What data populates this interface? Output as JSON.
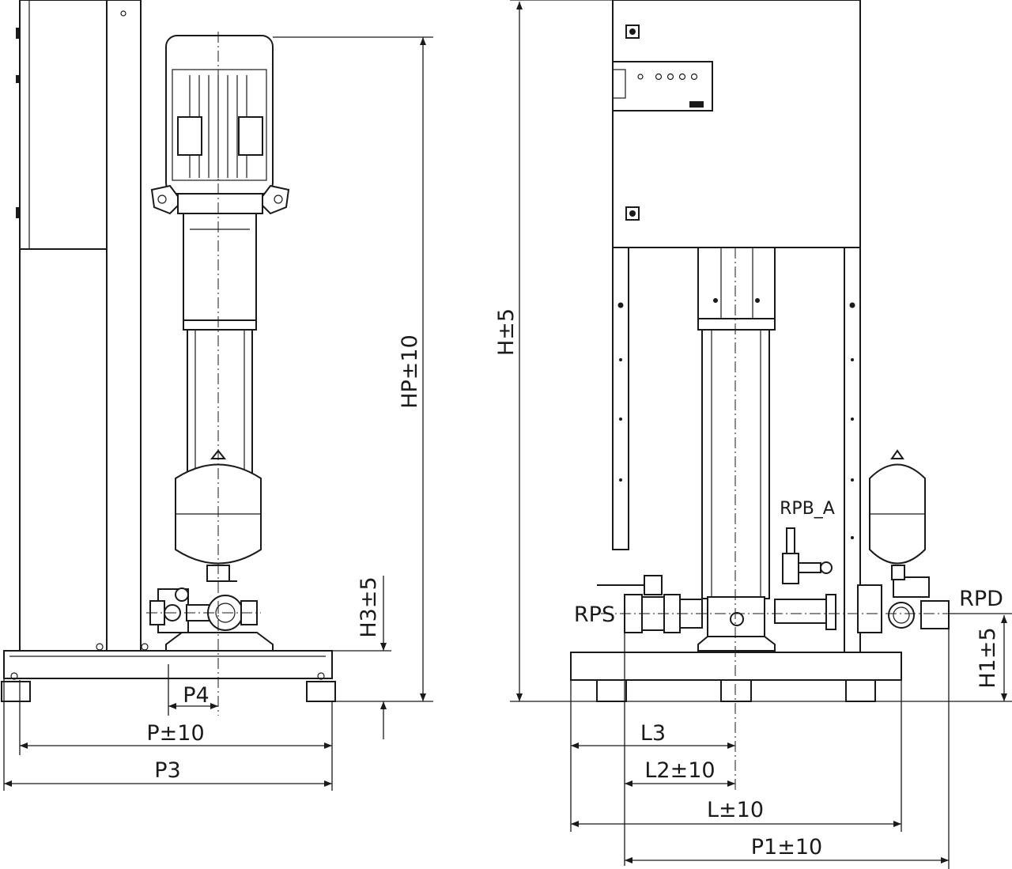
{
  "drawing": {
    "title": "Pressure booster set dimension drawing",
    "left_view": {
      "dimensions": {
        "hp": "HP±10",
        "h3": "H3±5",
        "p4": "P4",
        "p": "P±10",
        "p3": "P3"
      }
    },
    "right_view": {
      "dimensions": {
        "h": "H±5",
        "h1": "H1±5",
        "l3": "L3",
        "l2": "L2±10",
        "l": "L±10",
        "p1": "P1±10"
      },
      "connections": {
        "rps": "RPS",
        "rpd": "RPD",
        "rpb_a": "RPB_A"
      }
    }
  }
}
